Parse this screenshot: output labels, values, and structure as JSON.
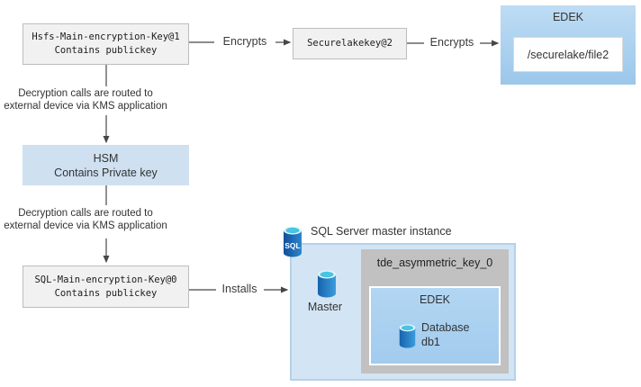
{
  "diagram": {
    "hdfs_key": {
      "name": "Hsfs-Main-encryption-Key@1",
      "detail": "Contains publickey"
    },
    "securelake_key": {
      "name": "Securelakekey@2"
    },
    "edek_file": {
      "title": "EDEK",
      "path": "/securelake/file2"
    },
    "hsm": {
      "name": "HSM",
      "detail": "Contains Private key"
    },
    "sql_key": {
      "name": "SQL-Main-encryption-Key@0",
      "detail": "Contains publickey"
    },
    "sql_instance": {
      "title": "SQL Server master instance",
      "sql_icon_label": "SQL",
      "master_db": "Master",
      "tde_key": "tde_asymmetric_key_0",
      "edek_title": "EDEK",
      "database_line1": "Database",
      "database_line2": "db1"
    },
    "labels": {
      "encrypts_1": "Encrypts",
      "encrypts_2": "Encrypts",
      "installs": "Installs",
      "kms_note_top_line1": "Decryption calls are routed to",
      "kms_note_top_line2": "external device via KMS application",
      "kms_note_bottom_line1": "Decryption calls are routed to",
      "kms_note_bottom_line2": "external device via KMS application"
    },
    "colors": {
      "key_box_bg": "#f1f1f1",
      "key_box_border": "#bdbdbd",
      "hsm_bg": "#cfe0f1",
      "edek_gradient_top": "#bedcf4",
      "edek_gradient_bottom": "#9bc7ea",
      "container_bg": "#d3e5f4",
      "container_border": "#b5d1e9",
      "tde_box_bg": "#c1c1c1",
      "arrow": "#474747",
      "cylinder_body_blue": "#1d68b2",
      "cylinder_top_cyan": "#49c4e2"
    }
  }
}
